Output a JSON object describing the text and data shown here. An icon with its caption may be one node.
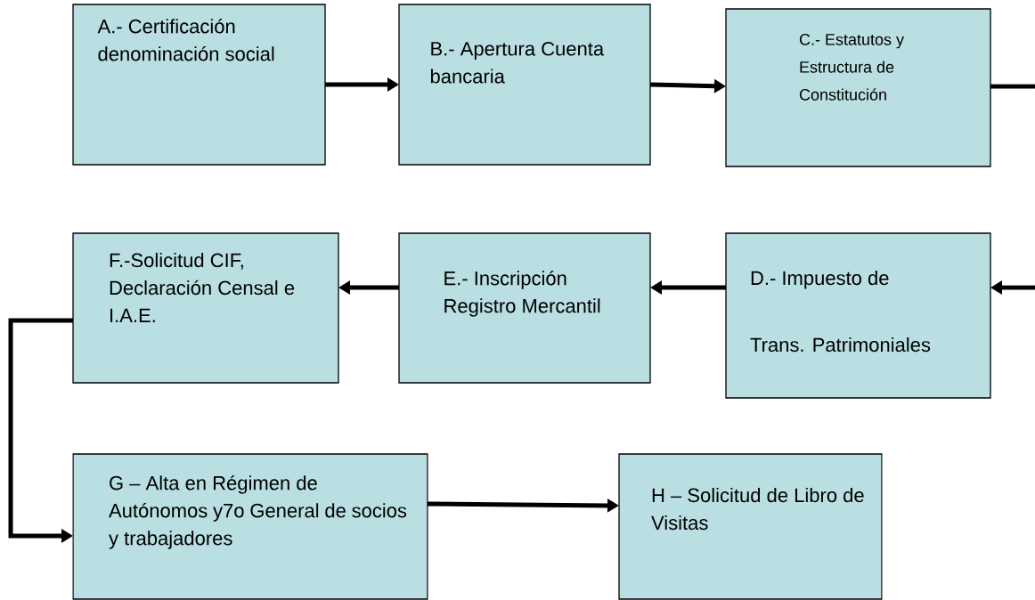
{
  "diagram": {
    "nodes": [
      {
        "text": [
          "A.- Certificación denominación social"
        ]
      },
      {
        "text": [
          "B.- Apertura Cuenta bancaria"
        ]
      },
      {
        "text": [
          "C.- Estatutos y Estructura de Constitución"
        ]
      },
      {
        "text": [
          "D.- Impuesto de",
          "Trans. Patrimoniales"
        ]
      },
      {
        "text": [
          "E.- Inscripción Registro Mercantil"
        ]
      },
      {
        "text": [
          "F.-Solicitud CIF, Declaración Censal e I.A.E."
        ]
      },
      {
        "text": [
          "G – Alta en Régimen de Autónomos y7o General de socios y trabajadores"
        ]
      },
      {
        "text": [
          "H – Solicitud de Libro de Visitas"
        ]
      }
    ],
    "edges": [
      {
        "from": 0,
        "to": 1,
        "arrow": "to"
      },
      {
        "from": 1,
        "to": 2,
        "arrow": "to"
      },
      {
        "from": 2,
        "to": null,
        "arrow": "none"
      },
      {
        "from": null,
        "to": 3,
        "arrow": "to"
      },
      {
        "from": 3,
        "to": 4,
        "arrow": "to"
      },
      {
        "from": 4,
        "to": 5,
        "arrow": "to"
      },
      {
        "from": 5,
        "to": 6,
        "arrow": "to"
      },
      {
        "from": 6,
        "to": 7,
        "arrow": "to"
      }
    ]
  }
}
